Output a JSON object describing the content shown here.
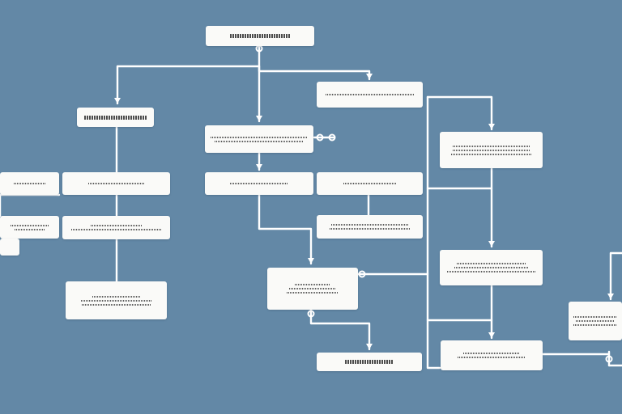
{
  "diagram": {
    "background": "#6388a6",
    "node_fill": "#fafaf8",
    "connector_color": "#ffffff",
    "text_color": "#3d3d3d",
    "legible_text": false,
    "nodes": [
      {
        "id": "top",
        "lines": 1,
        "text_style": "bold"
      },
      {
        "id": "left-mid",
        "lines": 1,
        "text_style": "bold"
      },
      {
        "id": "center-upper",
        "lines": 2
      },
      {
        "id": "right-upper",
        "lines": 1
      },
      {
        "id": "right-box-1",
        "lines": 3
      },
      {
        "id": "far-left-1",
        "lines": 1
      },
      {
        "id": "far-left-2",
        "lines": 2
      },
      {
        "id": "far-left-tab",
        "lines": 0
      },
      {
        "id": "left-row-1",
        "lines": 1
      },
      {
        "id": "left-row-2",
        "lines": 2
      },
      {
        "id": "left-bottom",
        "lines": 3
      },
      {
        "id": "center-row-1",
        "lines": 1
      },
      {
        "id": "right-row-1",
        "lines": 1
      },
      {
        "id": "right-row-2",
        "lines": 2
      },
      {
        "id": "center-lower",
        "lines": 3
      },
      {
        "id": "right-box-2",
        "lines": 3
      },
      {
        "id": "bottom-center",
        "lines": 1,
        "text_style": "bold"
      },
      {
        "id": "bottom-right",
        "lines": 2
      },
      {
        "id": "far-right",
        "lines": 3
      }
    ]
  }
}
